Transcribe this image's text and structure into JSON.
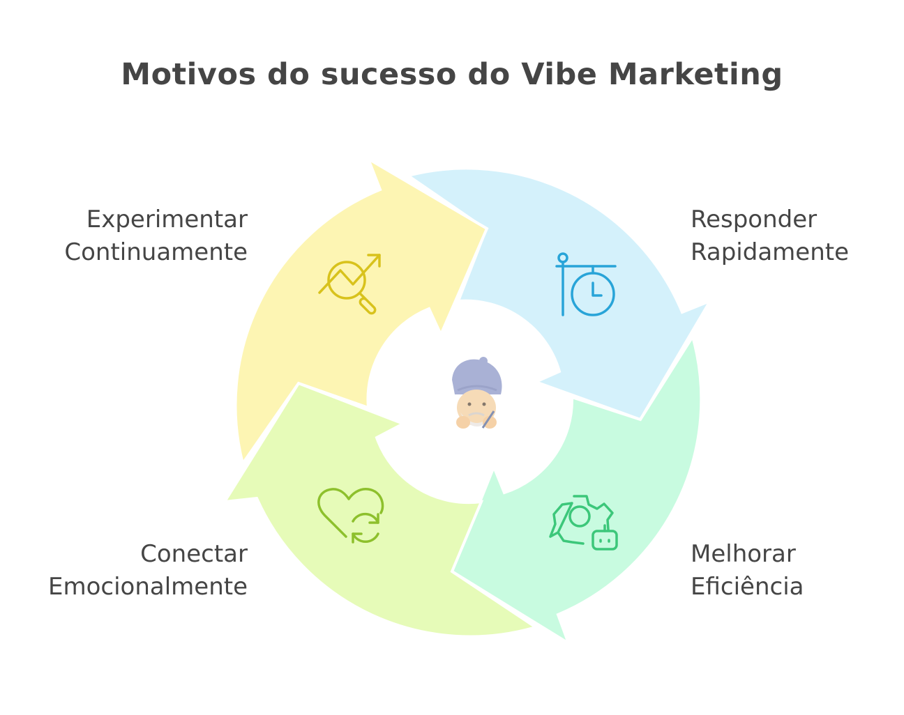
{
  "title": "Motivos do sucesso do Vibe Marketing",
  "colors": {
    "experimentar": "#fdf5b3",
    "responder": "#d4f1fb",
    "melhorar": "#c8fbe0",
    "conectar": "#e6fbb8",
    "icon_experimentar": "#d8c21c",
    "icon_responder": "#28a4d8",
    "icon_melhorar": "#3cc77a",
    "icon_conectar": "#8dc02c"
  },
  "segments": [
    {
      "id": "experimentar",
      "line1": "Experimentar",
      "line2": "Continuamente",
      "icon": "chart-magnifier-icon"
    },
    {
      "id": "responder",
      "line1": "Responder",
      "line2": "Rapidamente",
      "icon": "clock-sign-icon"
    },
    {
      "id": "melhorar",
      "line1": "Melhorar",
      "line2": "Eficiência",
      "icon": "gear-robot-icon"
    },
    {
      "id": "conectar",
      "line1": "Conectar",
      "line2": "Emocionalmente",
      "icon": "heart-refresh-icon"
    }
  ],
  "center_icon": "sage-mascot-icon"
}
